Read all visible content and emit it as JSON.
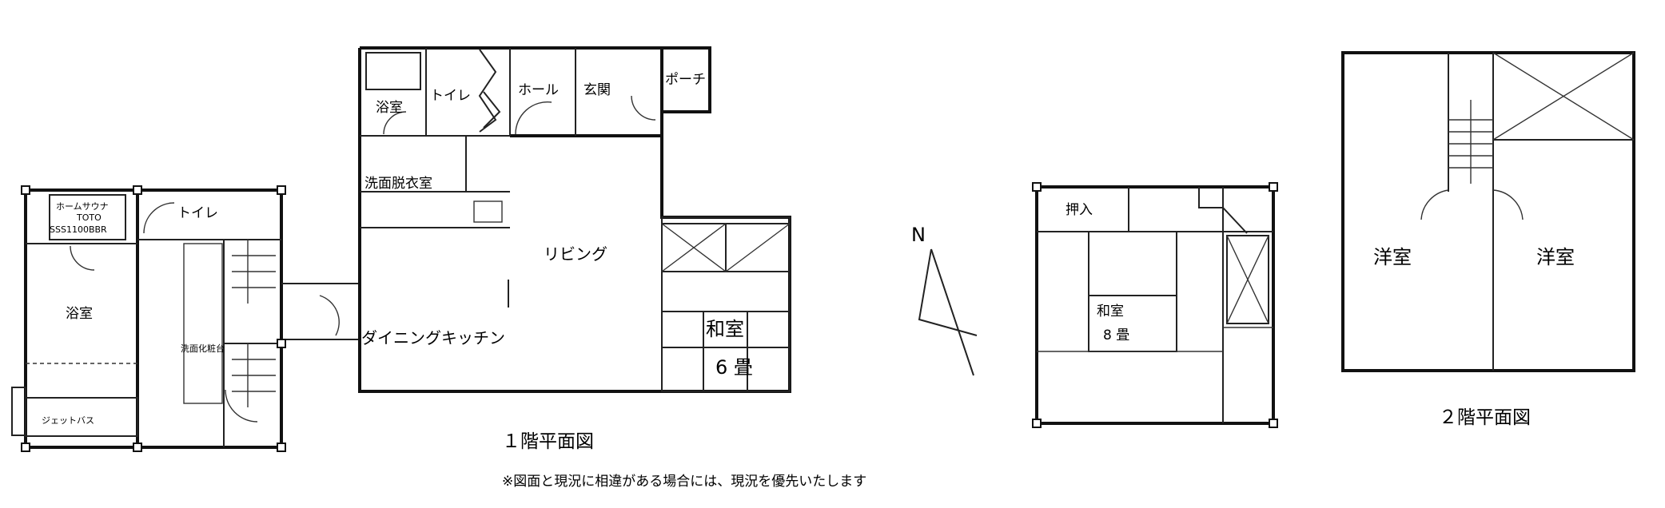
{
  "annex": {
    "home_sauna_line1": "ホームサウナ",
    "home_sauna_line2": "TOTO",
    "home_sauna_line3": "SSS1100BBR",
    "toilet": "トイレ",
    "bathroom": "浴室",
    "washbasin": "洗面化粧台",
    "jet_bath": "ジェットバス"
  },
  "floor1": {
    "bathroom": "浴室",
    "toilet": "トイレ",
    "hall": "ホール",
    "entrance": "玄関",
    "porch": "ポーチ",
    "dressing_room": "洗面脱衣室",
    "living": "リビング",
    "dining_kitchen": "ダイニングキッチン",
    "washitsu": "和室",
    "washitsu_size": "6 畳"
  },
  "floor1_caption": "１階平面図",
  "compass": {
    "north": "N"
  },
  "note": "※図面と現況に相違がある場合には、現況を優先いたします",
  "floor2": {
    "closet": "押入",
    "washitsu": "和室",
    "washitsu_size": "8 畳",
    "western_room_left": "洋室",
    "western_room_right": "洋室"
  },
  "floor2_caption": "２階平面図"
}
